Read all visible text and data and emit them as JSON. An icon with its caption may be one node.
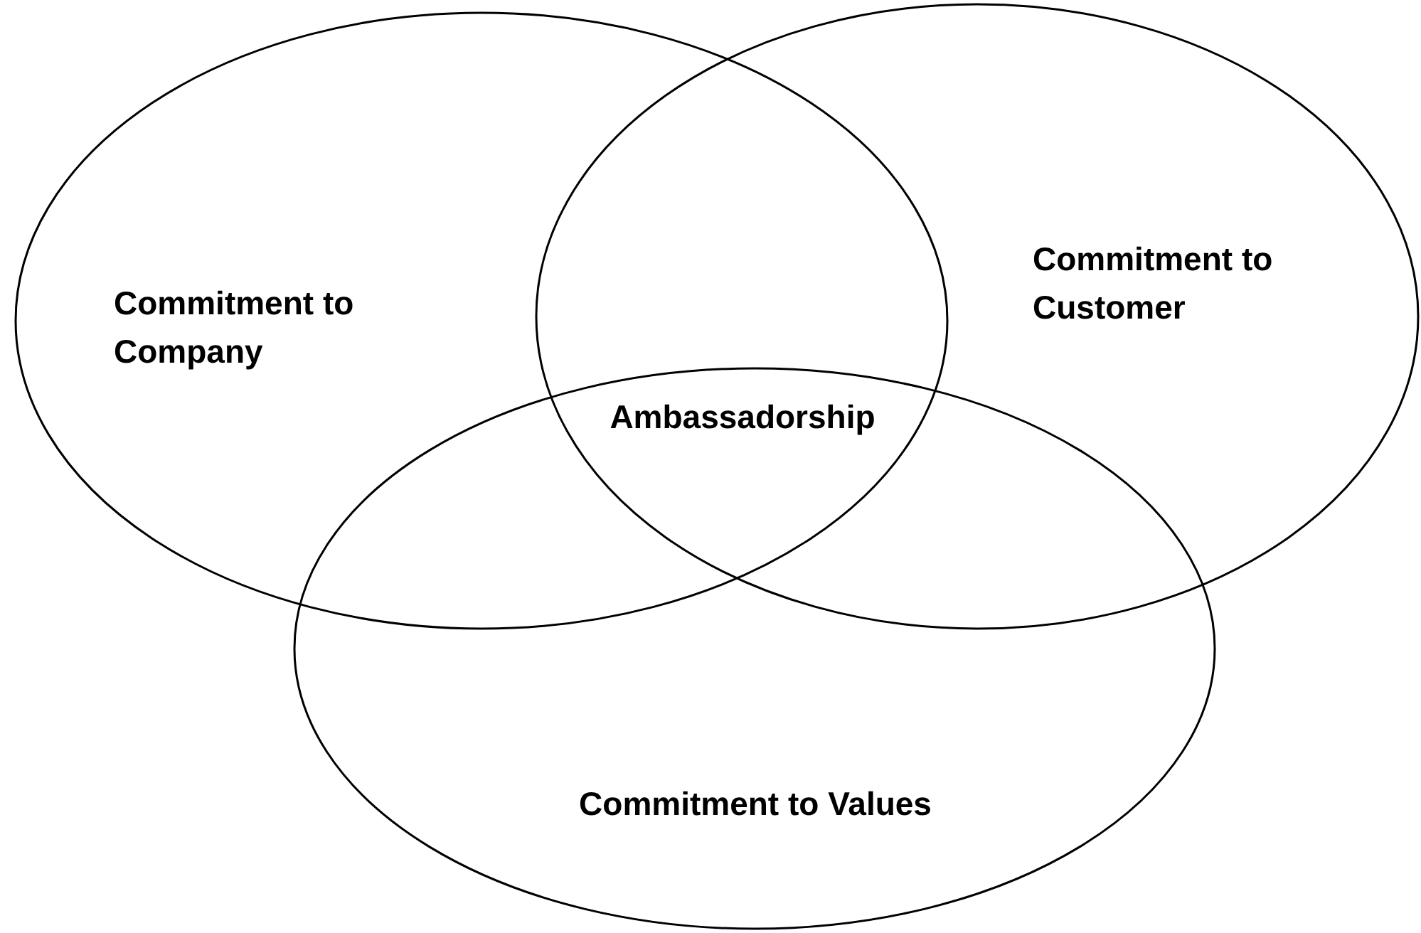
{
  "diagram": {
    "nodes": [
      {
        "text": [
          "Commitment to Company"
        ]
      },
      {
        "text": [
          "Commitment to Customer"
        ]
      },
      {
        "text": [
          "Commitment to Values"
        ]
      }
    ],
    "labels": [
      "Ambassadorship"
    ]
  }
}
